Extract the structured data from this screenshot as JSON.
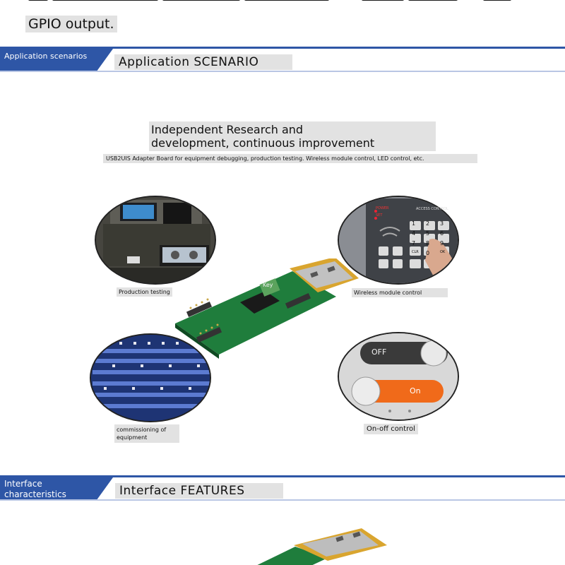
{
  "header": {
    "gpio_text": "GPIO output."
  },
  "section_application": {
    "tab_label": "Application scenarios",
    "title": "Application SCENARIO"
  },
  "hero": {
    "heading_line1": "Independent Research and",
    "heading_line2": "development, continuous improvement",
    "subtext": "USB2UIS Adapter Board for equipment debugging, production testing. Wireless module control, LED control, etc."
  },
  "scenarios": {
    "production_testing": "Production testing",
    "wireless_module_control": "Wireless module control",
    "commissioning": "commissioning of equipment",
    "on_off_control": "On-off control"
  },
  "device": {
    "key_label": "Key"
  },
  "keypad": {
    "power_label": "POWER",
    "set_label": "SET",
    "access_label": "ACCESS CONTROL",
    "keys": [
      "1",
      "2",
      "3",
      "4",
      "5",
      "6",
      "7",
      "8",
      "9",
      "CLR",
      "0",
      "OK"
    ]
  },
  "switches": {
    "off_label": "OFF",
    "on_label": "On"
  },
  "section_interface": {
    "tab_label": "Interface characteristics",
    "title": "Interface FEATURES"
  },
  "colors": {
    "accent": "#2e56a6",
    "label_bg": "#e2e2e2",
    "on_orange": "#f06a1a"
  }
}
